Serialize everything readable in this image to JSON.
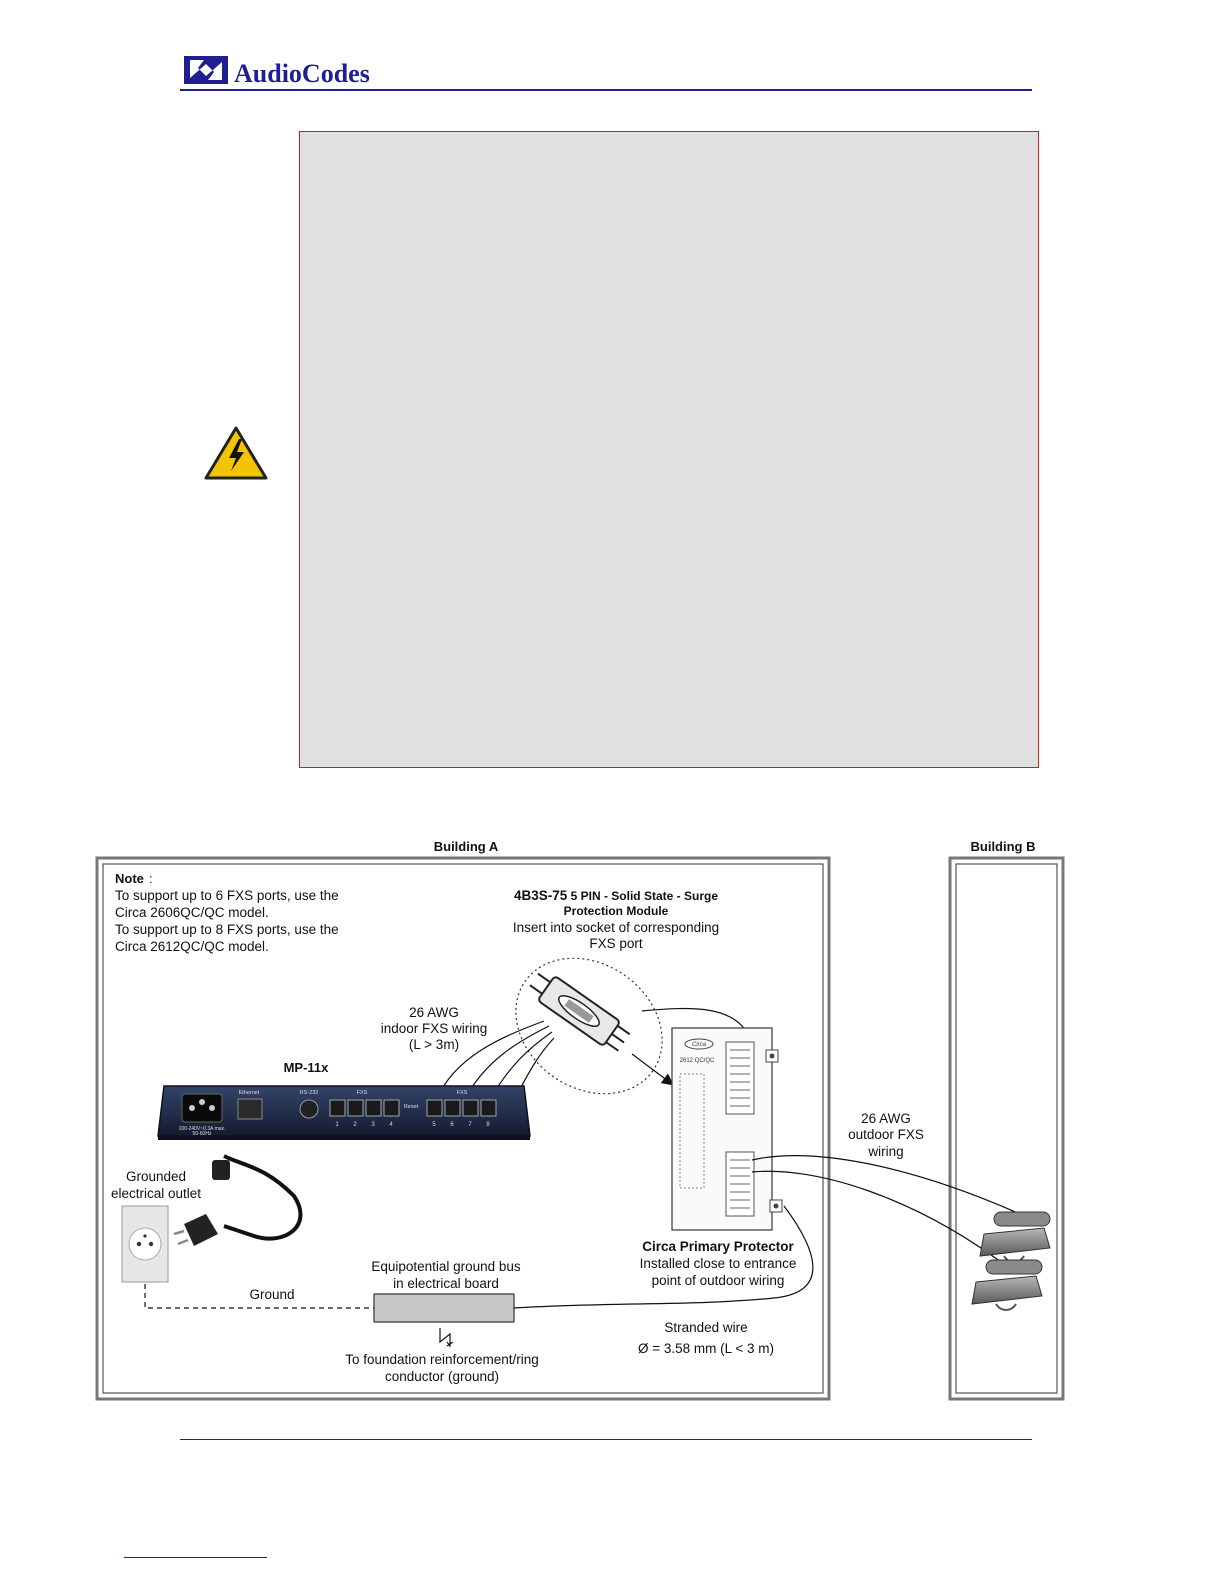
{
  "header": {
    "logo_text": "AudioCodes",
    "accent_color": "#1f1f8f"
  },
  "warning": {
    "icon": "high-voltage-warning-icon",
    "border_color": "#cc2020",
    "background_color": "#e0e0e0"
  },
  "figure": {
    "building_a_title": "Building A",
    "building_b_title": "Building B",
    "note_title": "Note",
    "note_lines": [
      "To support up to 6 FXS ports, use the",
      "Circa 2606QC/QC model.",
      "To support up to 8 FXS ports, use the",
      "Circa 2612QC/QC model."
    ],
    "module_title_bold": "4B3S-75",
    "module_title_rest": " 5 PIN - Solid State - Surge",
    "module_title_line2": "Protection Module",
    "module_desc_line1": "Insert into socket of corresponding",
    "module_desc_line2": "FXS port",
    "indoor_wiring_line1": "26 AWG",
    "indoor_wiring_line2": "indoor FXS wiring",
    "indoor_wiring_line3": "(L > 3m)",
    "device_label": "MP-11x",
    "device_port_labels": [
      "Ethernet",
      "RS-232",
      "FXS",
      "Reset",
      "FXS"
    ],
    "device_power_label_1": "100-240V~0.3A max.",
    "device_power_label_2": "50-60Hz",
    "device_port_numbers": [
      "1",
      "2",
      "3",
      "4",
      "5",
      "6",
      "7",
      "8"
    ],
    "protector_brand": "Circa",
    "protector_model": "2612 QC/QC",
    "outdoor_wiring_line1": "26 AWG",
    "outdoor_wiring_line2": "outdoor FXS",
    "outdoor_wiring_line3": "wiring",
    "outlet_line1": "Grounded",
    "outlet_line2": "electrical outlet",
    "ground_label": "Ground",
    "bus_line1": "Equipotential ground bus",
    "bus_line2": "in electrical board",
    "protector_title": "Circa Primary Protector",
    "protector_desc_line1": "Installed close to entrance",
    "protector_desc_line2": "point of outdoor wiring",
    "stranded_line1": "Stranded wire",
    "stranded_line2": "Ø = 3.58 mm (L < 3 m)",
    "foundation_line1": "To foundation reinforcement/ring",
    "foundation_line2": "conductor (ground)"
  }
}
